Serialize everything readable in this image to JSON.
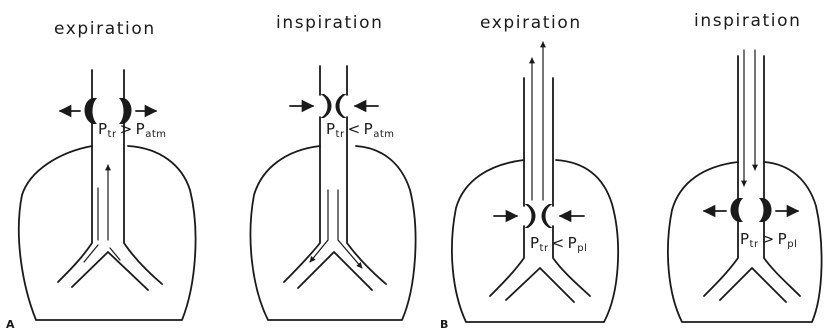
{
  "panels": [
    {
      "title": "expiration",
      "pressure_main": "P",
      "pressure_sub1": "tr",
      "relation": ">",
      "pressure_sub2": "atm",
      "pressure_main2": "P"
    },
    {
      "title": "inspiration",
      "pressure_main": "P",
      "pressure_sub1": "tr",
      "relation": "<",
      "pressure_sub2": "atm",
      "pressure_main2": "P"
    },
    {
      "title": "expiration",
      "pressure_main": "P",
      "pressure_sub1": "tr",
      "relation": "<",
      "pressure_sub2": "pl",
      "pressure_main2": "P"
    },
    {
      "title": "inspiration",
      "pressure_main": "P",
      "pressure_sub1": "tr",
      "relation": ">",
      "pressure_sub2": "pl",
      "pressure_main2": "P"
    }
  ],
  "letters": {
    "a": "A",
    "b": "B"
  }
}
